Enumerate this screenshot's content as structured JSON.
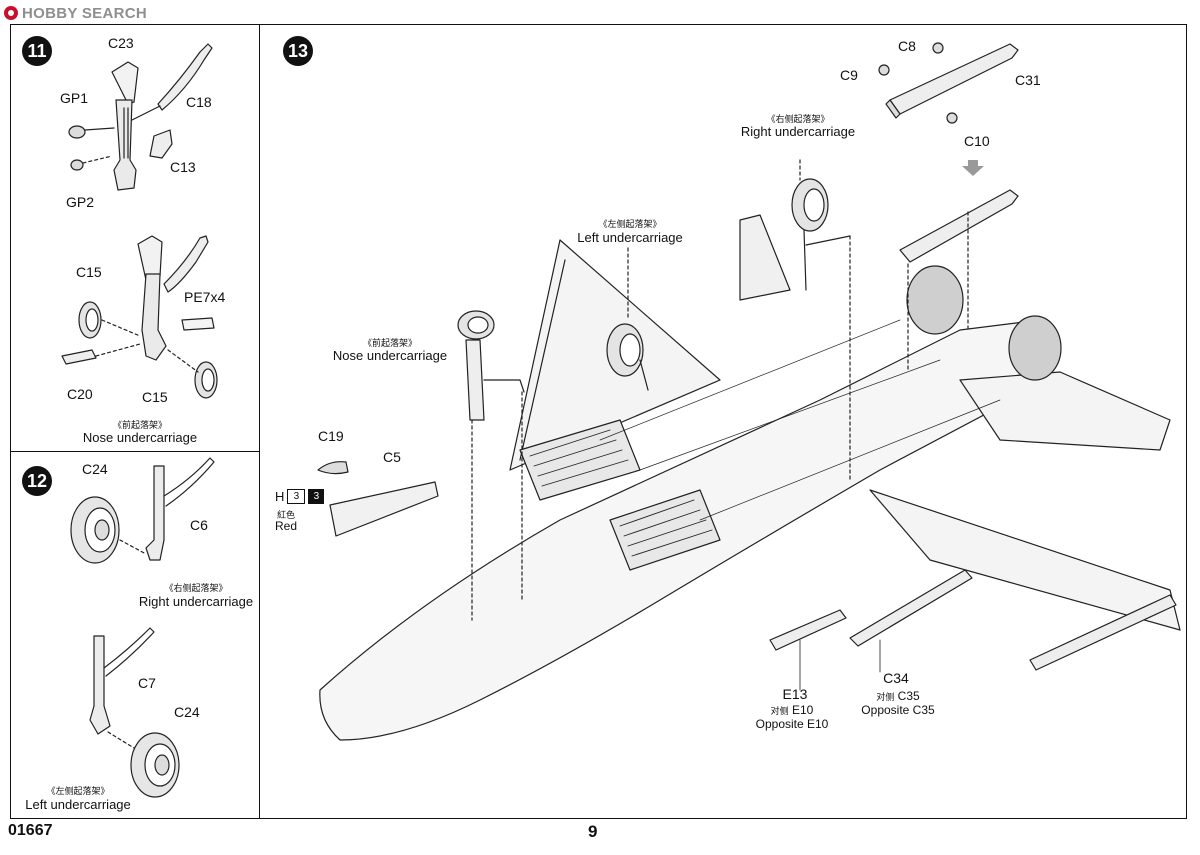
{
  "watermark": {
    "text": "HOBBY SEARCH"
  },
  "steps": {
    "s11": "11",
    "s12": "12",
    "s13": "13"
  },
  "step11": {
    "parts": {
      "c23": "C23",
      "gp1": "GP1",
      "c18": "C18",
      "c13": "C13",
      "gp2": "GP2",
      "c15a": "C15",
      "pe7x4": "PE7x4",
      "c20": "C20",
      "c15b": "C15"
    },
    "caption_zh": "《前起落架》",
    "caption_en": "Nose undercarriage"
  },
  "step12": {
    "parts": {
      "c24a": "C24",
      "c6": "C6",
      "c7": "C7",
      "c24b": "C24"
    },
    "right_zh": "《右侧起落架》",
    "right_en": "Right undercarriage",
    "left_zh": "《左侧起落架》",
    "left_en": "Left undercarriage"
  },
  "step13": {
    "parts": {
      "c8": "C8",
      "c9": "C9",
      "c31": "C31",
      "c10": "C10",
      "c19": "C19",
      "c5": "C5",
      "e13": "E13",
      "c34": "C34"
    },
    "right_zh": "《右侧起落架》",
    "right_en": "Right undercarriage",
    "left_zh": "《左侧起落架》",
    "left_en": "Left undercarriage",
    "nose_zh": "《前起落架》",
    "nose_en": "Nose undercarriage",
    "opp_e10_zh": "对侧",
    "opp_e10_part": "E10",
    "opp_e10_en": "Opposite E10",
    "opp_c35_zh": "对侧",
    "opp_c35_part": "C35",
    "opp_c35_en": "Opposite C35",
    "paint": {
      "code": "H",
      "box1": "3",
      "box2": "3",
      "zh": "紅色",
      "en": "Red"
    }
  },
  "footer": {
    "code": "01667",
    "page": "9"
  }
}
